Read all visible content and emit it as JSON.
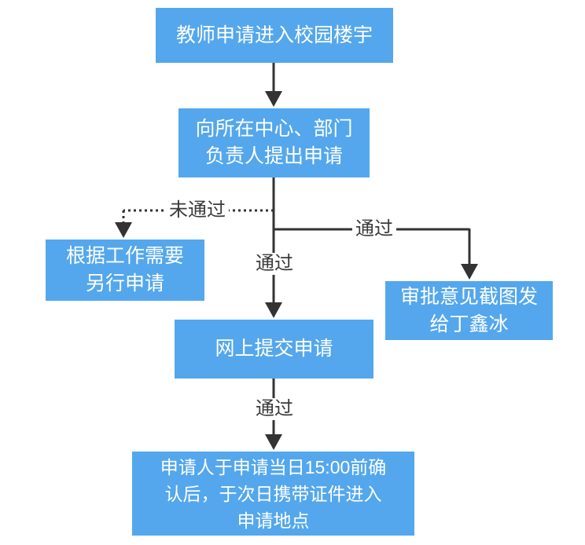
{
  "diagram": {
    "type": "flowchart",
    "background": "#ffffff",
    "colors": {
      "node_fill": "#54a7ec",
      "node_text": "#ffffff",
      "connector": "#333333",
      "edge_label_text": "#3a3a3a"
    },
    "nodes": [
      {
        "id": "start",
        "label": "教师申请进入校园楼宇"
      },
      {
        "id": "dept-approval",
        "label": "向所在中心、部门\n负责人提出申请"
      },
      {
        "id": "reapply",
        "label": "根据工作需要\n另行申请"
      },
      {
        "id": "send-screenshot",
        "label": "审批意见截图发\n给丁鑫冰"
      },
      {
        "id": "online-submit",
        "label": "网上提交申请"
      },
      {
        "id": "confirm-entry",
        "label": "申请人于申请当日15:00前确\n认后，于次日携带证件进入\n申请地点"
      }
    ],
    "edges": [
      {
        "from": "start",
        "to": "dept-approval",
        "label": "",
        "style": "solid"
      },
      {
        "from": "dept-approval",
        "to": "reapply",
        "label": "未通过",
        "style": "dotted"
      },
      {
        "from": "dept-approval",
        "to": "send-screenshot",
        "label": "通过",
        "style": "solid"
      },
      {
        "from": "dept-approval",
        "to": "online-submit",
        "label": "通过",
        "style": "solid"
      },
      {
        "from": "online-submit",
        "to": "confirm-entry",
        "label": "通过",
        "style": "solid"
      }
    ]
  }
}
